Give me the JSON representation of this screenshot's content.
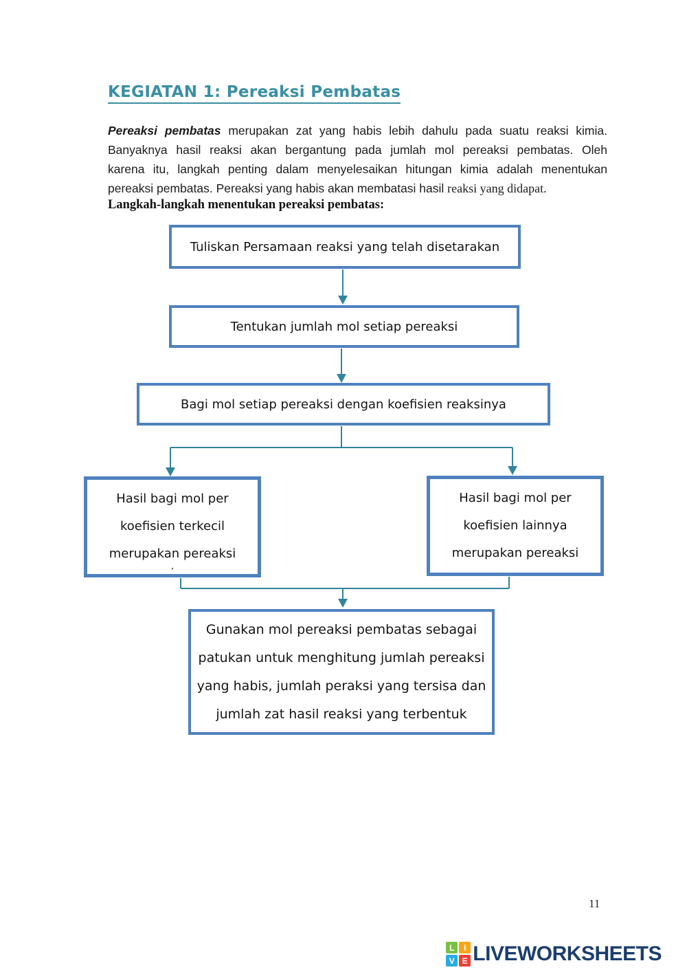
{
  "title": {
    "text": "KEGIATAN 1: Pereaksi Pembatas"
  },
  "intro": {
    "line1_bold": "Pereaksi pembatas",
    "line1_rest": " merupakan zat yang habis lebih dahulu pada suatu reaksi kimia.",
    "line2": "Banyaknya hasil reaksi akan bergantung pada jumlah mol pereaksi pembatas. Oleh",
    "line3": "karena itu, langkah penting dalam menyelesaikan hitungan kimia adalah menentukan",
    "line4_sans": "pereaksi pembatas. Pereaksi yang habis akan membatasi hasil ",
    "line4_serif": "reaksi yang didapat.",
    "subheading": "Langkah-langkah menentukan pereaksi pembatas:"
  },
  "flowchart": {
    "steps": [
      {
        "text": "Tuliskan Persamaan reaksi yang telah disetarakan"
      },
      {
        "text": "Tentukan jumlah mol setiap pereaksi"
      },
      {
        "text": "Bagi mol setiap pereaksi dengan koefisien reaksinya"
      },
      {
        "lines": [
          "Hasil bagi mol per",
          "koefisien terkecil",
          "merupakan pereaksi"
        ],
        "fragment": "ʼ"
      },
      {
        "lines": [
          "Hasil bagi mol per",
          "koefisien lainnya",
          "merupakan pereaksi"
        ],
        "fragment": "."
      },
      {
        "lines": [
          "Gunakan mol pereaksi pembatas sebagai",
          "patukan untuk menghitung jumlah pereaksi",
          "yang habis, jumlah peraksi yang tersisa dan",
          "jumlah zat hasil reaksi yang terbentuk"
        ]
      }
    ]
  },
  "footer": {
    "page_number": "11",
    "logo": {
      "wordmark": "LIVEWORKSHEETS",
      "tiles": [
        {
          "letter": "L",
          "color": "#7ac143"
        },
        {
          "letter": "I",
          "color": "#f9a51a"
        },
        {
          "letter": "V",
          "color": "#29abe2"
        },
        {
          "letter": "E",
          "color": "#ee4036"
        }
      ]
    }
  },
  "colors": {
    "title_teal": "#3a8fa3",
    "box_border_blue": "#4f81bd",
    "connector_teal": "#31849b",
    "logo_navy": "#1b3e6e"
  }
}
